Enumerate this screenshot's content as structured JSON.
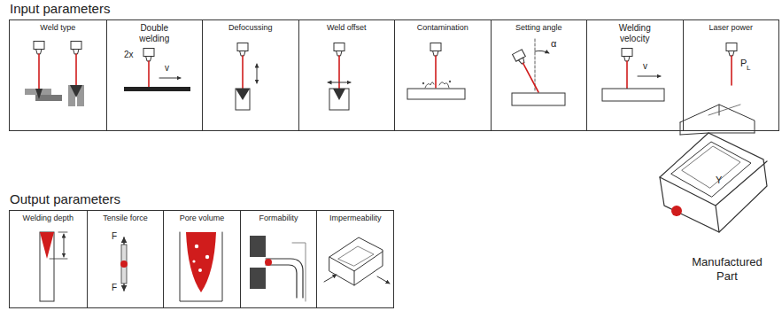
{
  "diagram": {
    "nodes": [
      {
        "text": [
          "Input parameters"
        ]
      },
      {
        "text": [
          "Weld type"
        ],
        "in": 0
      },
      {
        "text": [
          "Double welding"
        ],
        "in": 0
      },
      {
        "text": [
          "Defocussing"
        ],
        "in": 0
      },
      {
        "text": [
          "Weld offset"
        ],
        "in": 0
      },
      {
        "text": [
          "Contamination"
        ],
        "in": 0
      },
      {
        "text": [
          "Setting angle"
        ],
        "in": 0
      },
      {
        "text": [
          "Welding velocity"
        ],
        "in": 0
      },
      {
        "text": [
          "Laser power"
        ],
        "in": 0
      },
      {
        "text": [
          "Output parameters"
        ]
      },
      {
        "text": [
          "Welding depth"
        ],
        "in": 9
      },
      {
        "text": [
          "Tensile force"
        ],
        "in": 9
      },
      {
        "text": [
          "Pore volume"
        ],
        "in": 9
      },
      {
        "text": [
          "Formability"
        ],
        "in": 9
      },
      {
        "text": [
          "Impermeability"
        ],
        "in": 9
      }
    ],
    "labels": [
      "2x",
      "v",
      "α",
      "v",
      "P",
      "L",
      "F",
      "F",
      "Y",
      "Manufactured Part"
    ]
  }
}
